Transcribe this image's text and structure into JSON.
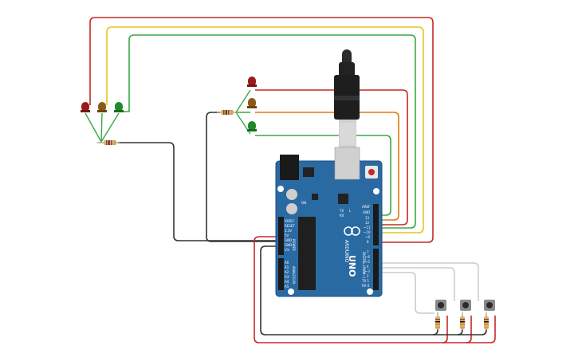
{
  "colors": {
    "background": "#ffffff",
    "board": "#2a6aa3",
    "board_edge": "#1d4f7d",
    "wire_red": "#c62828",
    "wire_yellow": "#e6c619",
    "wire_green": "#3aa845",
    "wire_orange": "#e07a10",
    "wire_black": "#333333",
    "wire_gray": "#cccccc",
    "led_red": "#9a1b1b",
    "led_amber": "#8a5a14",
    "led_green": "#1f8a2a",
    "resistor_body": "#d7b47a",
    "button_body": "#8a8a8a"
  },
  "board": {
    "brand": "ARDUINO",
    "model": "UNO",
    "label_aref": "AREF",
    "label_gnd": "GND",
    "digital_pins": [
      "13",
      "12",
      "~11",
      "~10",
      "~9",
      "8"
    ],
    "digital_pins_low": [
      "7",
      "~6",
      "~5",
      "4",
      "~3",
      "2",
      "TX 1",
      "RX 0"
    ],
    "digital_header": "DIGITAL (PWM~)",
    "power_pins": [
      "IOREF",
      "RESET",
      "3.3V",
      "5V",
      "GND",
      "GND",
      "Vin"
    ],
    "power_header": "POWER",
    "analog_pins": [
      "A0",
      "A1",
      "A2",
      "A3",
      "A4",
      "A5"
    ],
    "analog_header": "ANALOG IN",
    "led_labels": [
      "TX",
      "RX",
      "L"
    ],
    "on_label": "ON"
  },
  "icons": {
    "usb_cable": "usb-plug-icon",
    "reset": "reset-button-icon"
  }
}
